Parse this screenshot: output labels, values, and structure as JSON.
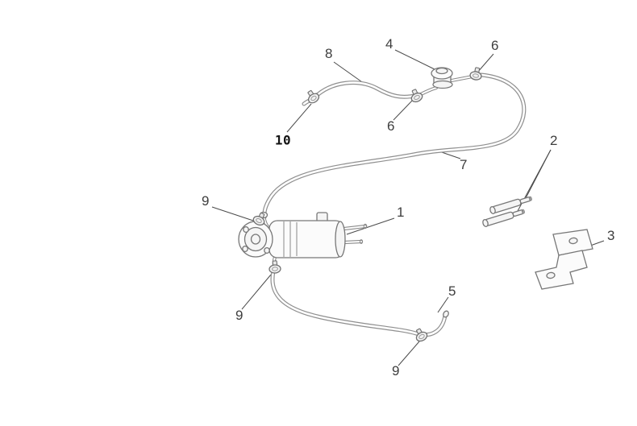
{
  "palette": {
    "background": "#ffffff",
    "artwork_line": "#8f8f8f",
    "leader_line": "#4a4a4a",
    "label_text": "#3d3d3d"
  },
  "callouts": [
    {
      "label": "8"
    },
    {
      "label": "4"
    },
    {
      "label": "6"
    },
    {
      "label": "10"
    },
    {
      "label": "6"
    },
    {
      "label": "7"
    },
    {
      "label": "2"
    },
    {
      "label": "1"
    },
    {
      "label": "9"
    },
    {
      "label": "3"
    },
    {
      "label": "9"
    },
    {
      "label": "5"
    },
    {
      "label": "9"
    }
  ]
}
